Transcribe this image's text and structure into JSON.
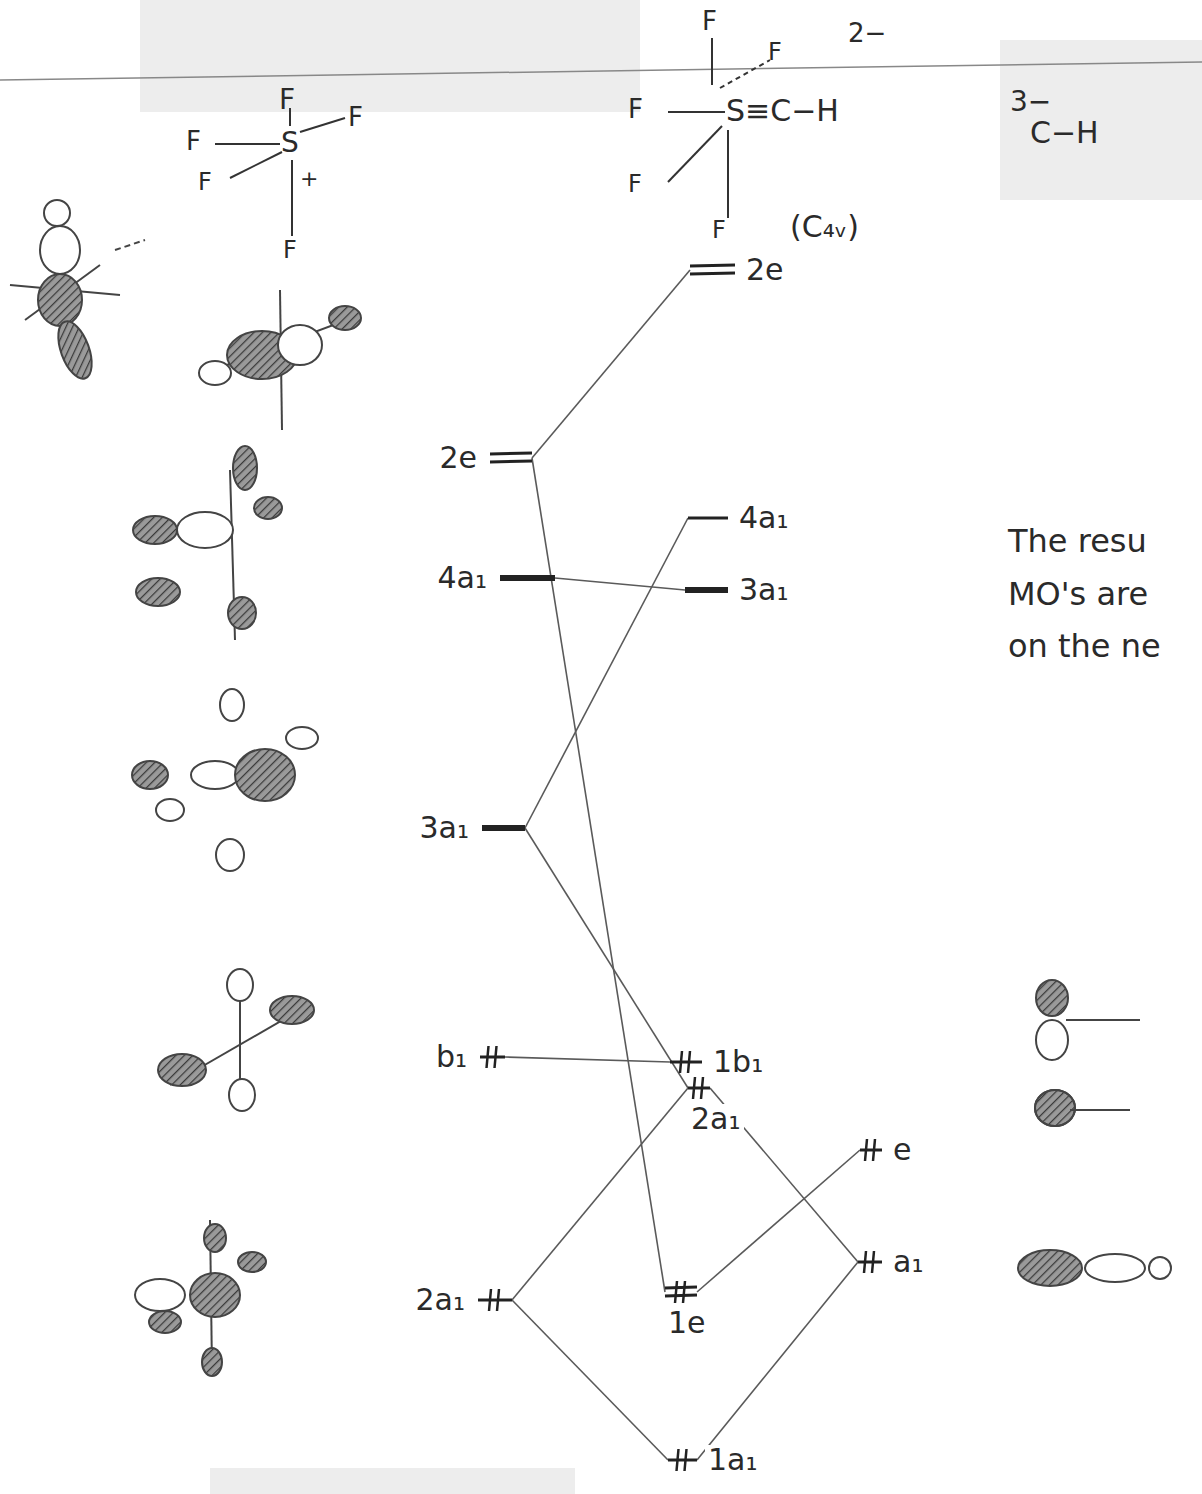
{
  "diagram": {
    "nodes": [
      {
        "text": [
          "2e"
        ]
      },
      {
        "text": [
          "4a₁"
        ]
      },
      {
        "text": [
          "3a₁"
        ]
      },
      {
        "text": [
          "b₁"
        ]
      },
      {
        "text": [
          "2a₁"
        ]
      },
      {
        "text": [
          "2e"
        ]
      },
      {
        "text": [
          "4a₁"
        ]
      },
      {
        "text": [
          "3a₁"
        ]
      },
      {
        "text": [
          "1b₁"
        ]
      },
      {
        "text": [
          "2a₁"
        ]
      },
      {
        "text": [
          "1e"
        ]
      },
      {
        "text": [
          "1a₁"
        ]
      },
      {
        "text": [
          "e"
        ]
      },
      {
        "text": [
          "a₁"
        ]
      }
    ],
    "edges": [
      {
        "from": 0,
        "to": 5,
        "arrow": "none"
      },
      {
        "from": 0,
        "to": 10,
        "arrow": "none"
      },
      {
        "from": 1,
        "to": 7,
        "arrow": "none"
      },
      {
        "from": 2,
        "to": 6,
        "arrow": "none"
      },
      {
        "from": 2,
        "to": 9,
        "arrow": "none"
      },
      {
        "from": 3,
        "to": 8,
        "arrow": "none"
      },
      {
        "from": 4,
        "to": 9,
        "arrow": "none"
      },
      {
        "from": 4,
        "to": 11,
        "arrow": "none"
      },
      {
        "from": 12,
        "to": 10,
        "arrow": "none"
      },
      {
        "from": 13,
        "to": 9,
        "arrow": "none"
      },
      {
        "from": 13,
        "to": 11,
        "arrow": "none"
      }
    ],
    "labels": [
      "F",
      "F",
      "F",
      "S",
      "+",
      "F",
      "F",
      "F",
      "F",
      "2−",
      "F",
      "S≡C−H",
      "F",
      "F",
      "(C₄ᵥ)",
      "3−",
      "C−H",
      "The resu",
      "MO's are",
      "on the ne"
    ]
  }
}
